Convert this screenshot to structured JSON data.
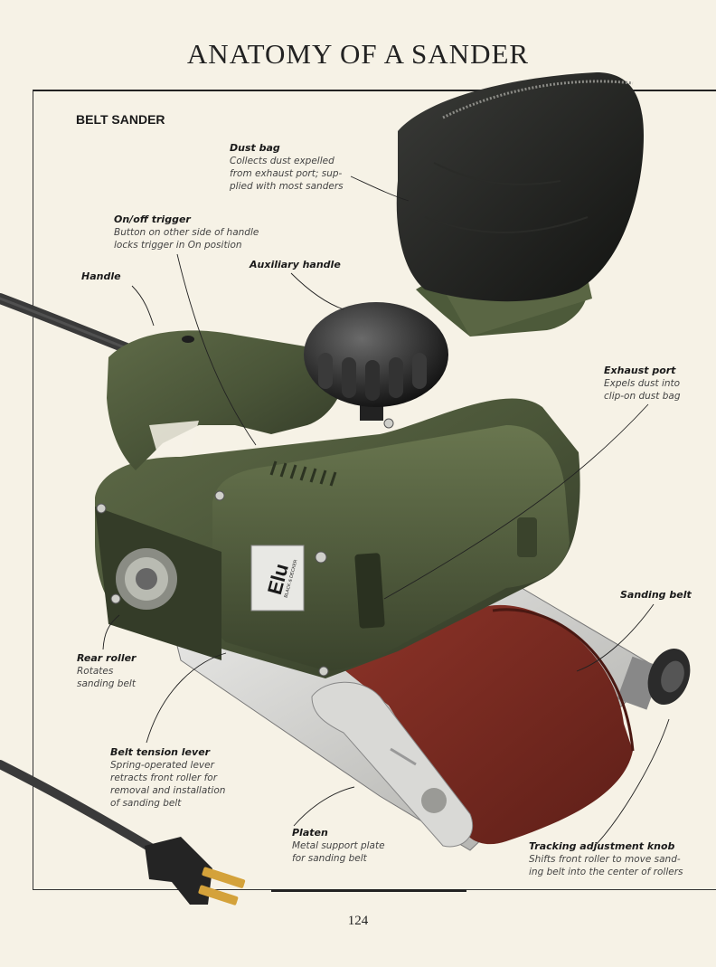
{
  "page": {
    "title": "ANATOMY OF A SANDER",
    "section_heading": "BELT SANDER",
    "page_number": "124"
  },
  "illustration": {
    "brand_logo_text": "Elu",
    "brand_sub_text": "BLACK & DECKER",
    "colors": {
      "housing_green": "#4a5538",
      "housing_dark": "#2f3625",
      "belt_red": "#7a2a22",
      "dust_bag_black": "#1e1f1c",
      "metal": "#c8c8c4",
      "cord": "#3a3a3a",
      "plug_gold": "#d4a23a"
    }
  },
  "callouts": {
    "dust_bag": {
      "name": "Dust bag",
      "desc_lines": [
        "Collects dust expelled",
        "from exhaust port; sup-",
        "plied with most sanders"
      ]
    },
    "on_off_trigger": {
      "name": "On/off trigger",
      "desc_lines": [
        "Button on other side of handle",
        "locks trigger in On position"
      ]
    },
    "auxiliary_handle": {
      "name": "Auxiliary handle"
    },
    "handle": {
      "name": "Handle"
    },
    "exhaust_port": {
      "name": "Exhaust port",
      "desc_lines": [
        "Expels dust into",
        "clip-on dust bag"
      ]
    },
    "sanding_belt": {
      "name": "Sanding belt"
    },
    "rear_roller": {
      "name": "Rear roller",
      "desc_lines": [
        "Rotates",
        "sanding belt"
      ]
    },
    "belt_tension_lever": {
      "name": "Belt tension lever",
      "desc_lines": [
        "Spring-operated lever",
        "retracts front roller for",
        "removal and installation",
        "of sanding belt"
      ]
    },
    "platen": {
      "name": "Platen",
      "desc_lines": [
        "Metal support plate",
        "for sanding belt"
      ]
    },
    "tracking_adjustment_knob": {
      "name": "Tracking adjustment knob",
      "desc_lines": [
        "Shifts front roller to move sand-",
        "ing belt into the center of rollers"
      ]
    }
  }
}
